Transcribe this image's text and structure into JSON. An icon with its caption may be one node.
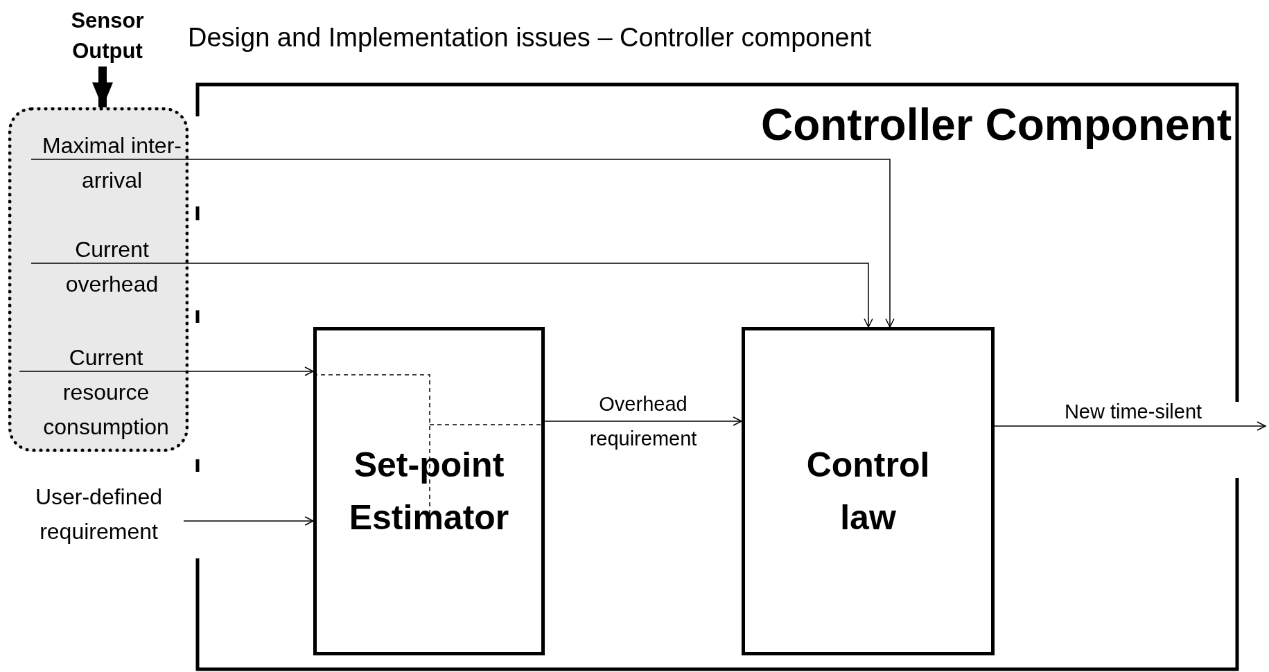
{
  "diagram": {
    "title": "Design and Implementation issues – Controller component",
    "nodes": [
      {
        "text": [
          "Sensor Output"
        ]
      },
      {
        "text": [],
        "shape": "box"
      },
      {
        "text": [
          "Maximal inter-arrival"
        ],
        "in": 1
      },
      {
        "text": [
          "Current overhead"
        ],
        "in": 1
      },
      {
        "text": [
          "Current resource consumption"
        ],
        "in": 1
      },
      {
        "text": [
          "Controller Component"
        ]
      },
      {
        "text": [
          "User-defined requirement"
        ]
      },
      {
        "text": [
          "Set-point Estimator"
        ],
        "in": 5
      },
      {
        "text": [
          "Control law"
        ],
        "in": 5
      }
    ],
    "edges": [
      {
        "from": 0,
        "to": 1,
        "arrow": "to",
        "style": "thick"
      },
      {
        "from": 2,
        "to": 8,
        "arrow": "to"
      },
      {
        "from": 3,
        "to": 8,
        "arrow": "to"
      },
      {
        "from": 4,
        "to": 7,
        "arrow": "to"
      },
      {
        "from": 6,
        "to": 7,
        "arrow": "to"
      },
      {
        "from": 7,
        "to": 8,
        "arrow": "to",
        "label": "Overhead requirement"
      },
      {
        "from": 8,
        "to": null,
        "arrow": "to",
        "label": "New time-silent"
      }
    ]
  }
}
